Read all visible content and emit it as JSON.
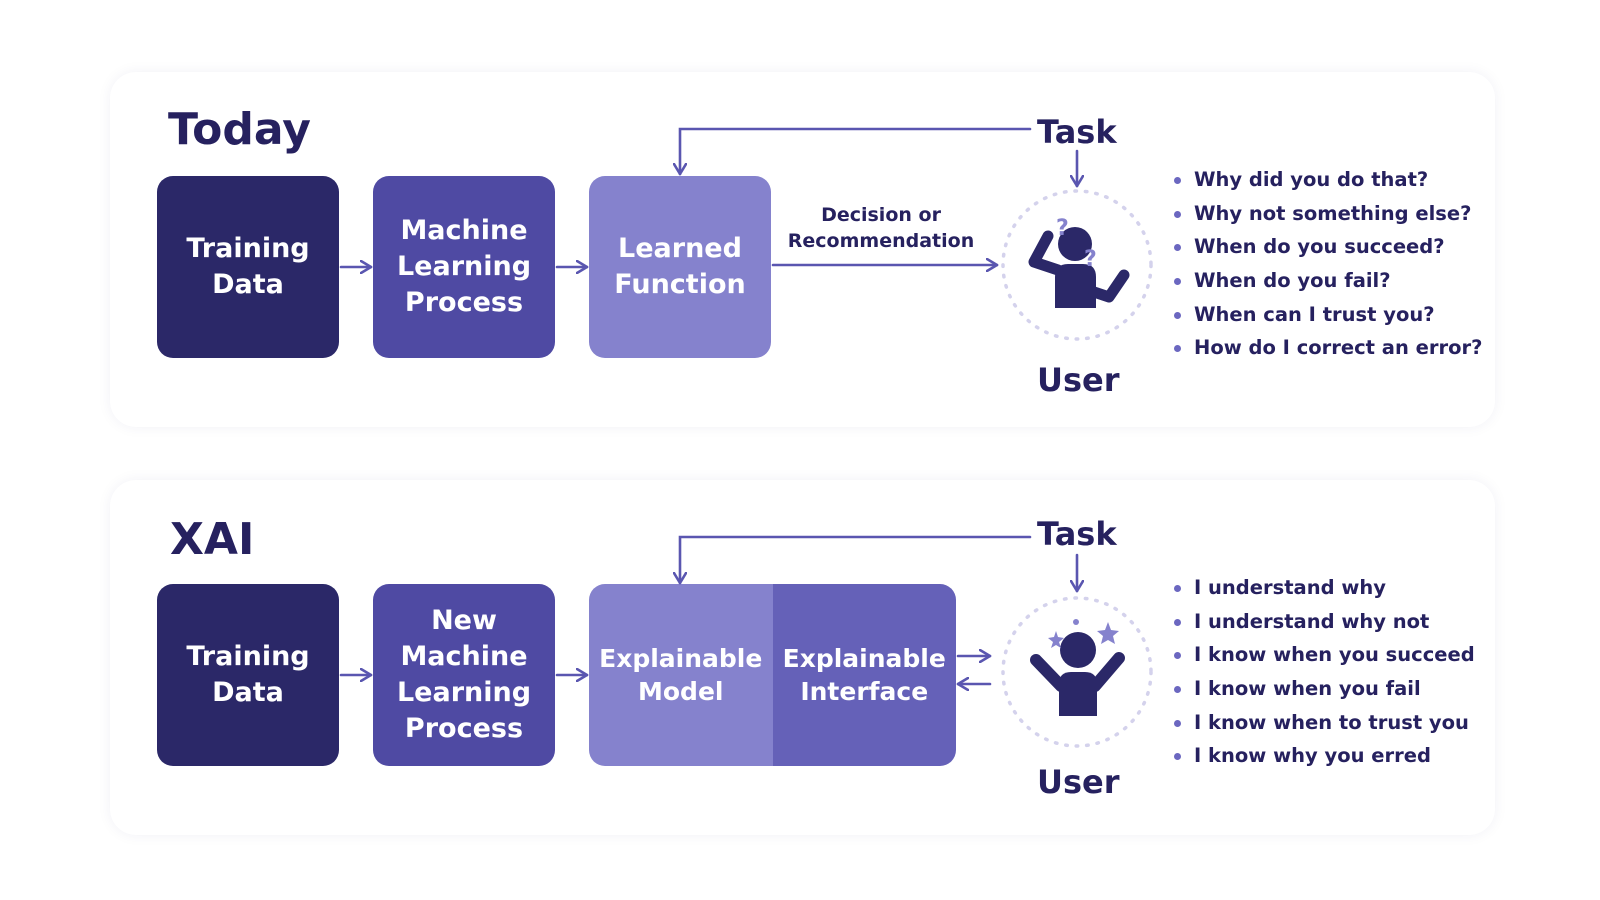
{
  "today": {
    "title": "Today",
    "boxes": {
      "training": "Training\nData",
      "ml_process": "Machine\nLearning\nProcess",
      "learned_function": "Learned\nFunction"
    },
    "decision_label": "Decision or\nRecommendation",
    "task_label": "Task",
    "user_label": "User",
    "questions": [
      "Why did you do that?",
      "Why not something else?",
      "When do you succeed?",
      "When do you fail?",
      "When can I trust you?",
      "How do I correct an error?"
    ]
  },
  "xai": {
    "title": "XAI",
    "boxes": {
      "training": "Training\nData",
      "ml_process": "New\nMachine\nLearning\nProcess",
      "explainable_model": "Explainable\nModel",
      "explainable_interface": "Explainable\nInterface"
    },
    "task_label": "Task",
    "user_label": "User",
    "answers": [
      "I understand why",
      "I understand why not",
      "I know when you succeed",
      "I know when you fail",
      "I know when to trust you",
      "I know why you erred"
    ]
  },
  "colors": {
    "navy": "#2b2868",
    "indigo": "#4f4aa3",
    "lavender": "#8582cd",
    "violet": "#6561b8",
    "arrow": "#5a56b0",
    "text": "#26215f"
  },
  "icons": {
    "confused_user": "confused-user-icon",
    "happy_user": "happy-user-icon"
  }
}
